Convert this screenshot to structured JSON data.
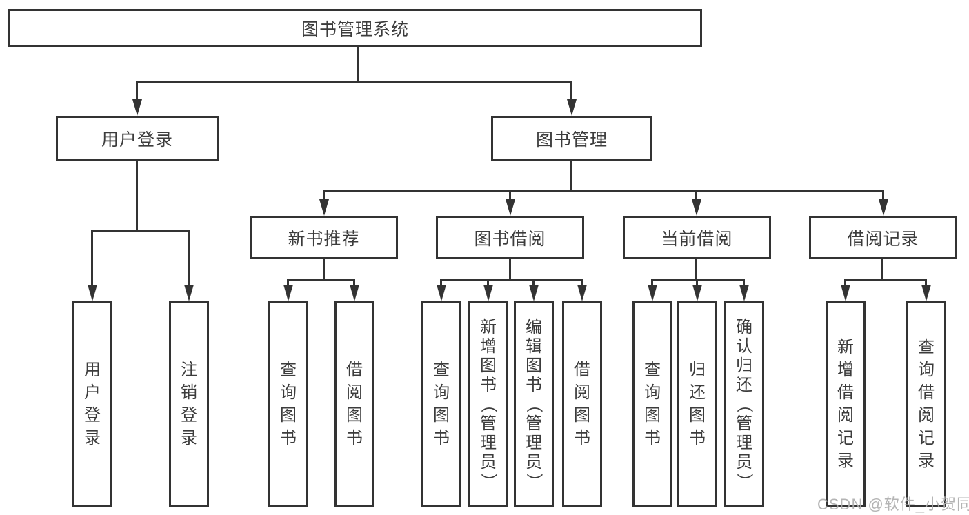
{
  "title": "图书管理系统",
  "watermark": "CSDN @软件_小贺同学",
  "colors": {
    "line": "#333333",
    "border": "#333333",
    "text": "#3c3c3c",
    "watermark": "#aeaeae",
    "background": "#ffffff"
  },
  "tree": {
    "root": {
      "label": "图书管理系统"
    },
    "branches": [
      {
        "label": "用户登录",
        "leaves": [
          "用户登录",
          "注销登录"
        ]
      },
      {
        "label": "图书管理",
        "sections": [
          {
            "label": "新书推荐",
            "leaves": [
              "查询图书",
              "借阅图书"
            ]
          },
          {
            "label": "图书借阅",
            "leaves": [
              "查询图书",
              "新增图书（管理员）",
              "编辑图书（管理员）",
              "借阅图书"
            ]
          },
          {
            "label": "当前借阅",
            "leaves": [
              "查询图书",
              "归还图书",
              "确认归还（管理员）"
            ]
          },
          {
            "label": "借阅记录",
            "leaves": [
              "新增借阅记录",
              "查询借阅记录"
            ]
          }
        ]
      }
    ]
  }
}
